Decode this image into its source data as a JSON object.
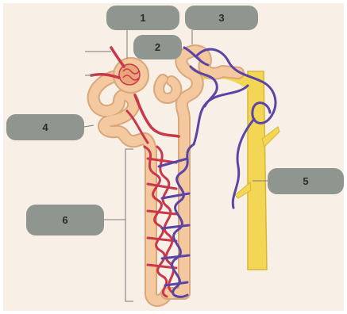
{
  "diagram": {
    "labels": [
      {
        "id": "lbl1",
        "text": "1"
      },
      {
        "id": "lbl2",
        "text": "2"
      },
      {
        "id": "lbl3",
        "text": "3"
      },
      {
        "id": "lbl4",
        "text": "4"
      },
      {
        "id": "lbl5",
        "text": "5"
      },
      {
        "id": "lbl6",
        "text": "6"
      }
    ],
    "colors": {
      "background": "#f8efe6",
      "tubule": "#f5c99f",
      "tubule_outline": "#d9a77a",
      "artery": "#c9384a",
      "vein": "#5a44a6",
      "collecting_duct": "#f3d653",
      "label_pill": "#8f958f",
      "leader_line": "#7a7a7a"
    }
  }
}
